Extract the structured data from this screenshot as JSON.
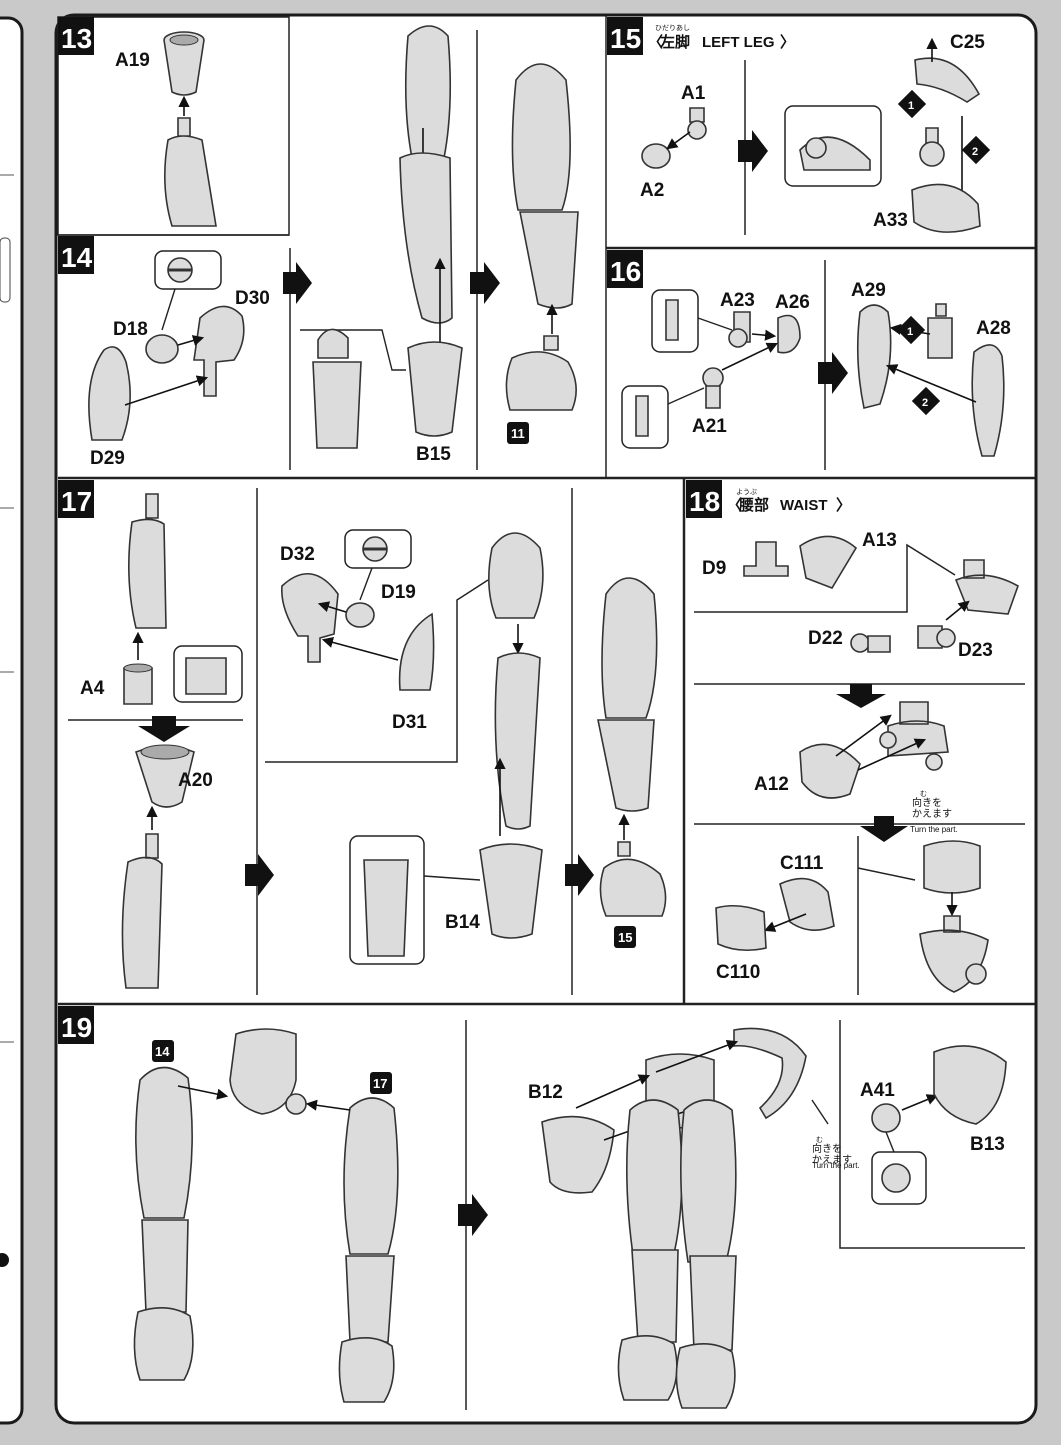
{
  "steps": [
    {
      "number": "13",
      "labels": [
        "A19"
      ]
    },
    {
      "number": "14",
      "labels": [
        "D30",
        "D18",
        "D29",
        "B15"
      ],
      "result_ref": "11"
    },
    {
      "number": "15",
      "header_ja": "左脚",
      "header_furigana": "ひだりあし",
      "header_en": "LEFT LEG",
      "labels": [
        "A1",
        "A2",
        "C25",
        "A33"
      ],
      "order_marks": [
        "1",
        "2"
      ]
    },
    {
      "number": "16",
      "labels": [
        "A23",
        "A26",
        "A21",
        "A29",
        "A28"
      ],
      "order_marks": [
        "1",
        "2"
      ]
    },
    {
      "number": "17",
      "labels": [
        "A4",
        "A20",
        "D32",
        "D19",
        "D31",
        "B14"
      ],
      "result_ref": "15"
    },
    {
      "number": "18",
      "header_ja": "腰部",
      "header_furigana": "ようぶ",
      "header_en": "WAIST",
      "labels": [
        "D9",
        "A13",
        "D22",
        "D23",
        "A12",
        "C111",
        "C110"
      ]
    },
    {
      "number": "19",
      "labels": [
        "B12",
        "A41",
        "B13"
      ],
      "refs": [
        "14",
        "17"
      ]
    }
  ],
  "notes": {
    "turn_ja": "向きを\nかえます",
    "turn_furigana": "む",
    "turn_en": "Turn the part."
  },
  "colors": {
    "page_bg": "#c9c9c9",
    "panel_bg": "#ffffff",
    "ink": "#111111",
    "part_fill": "#dcdcdc"
  }
}
